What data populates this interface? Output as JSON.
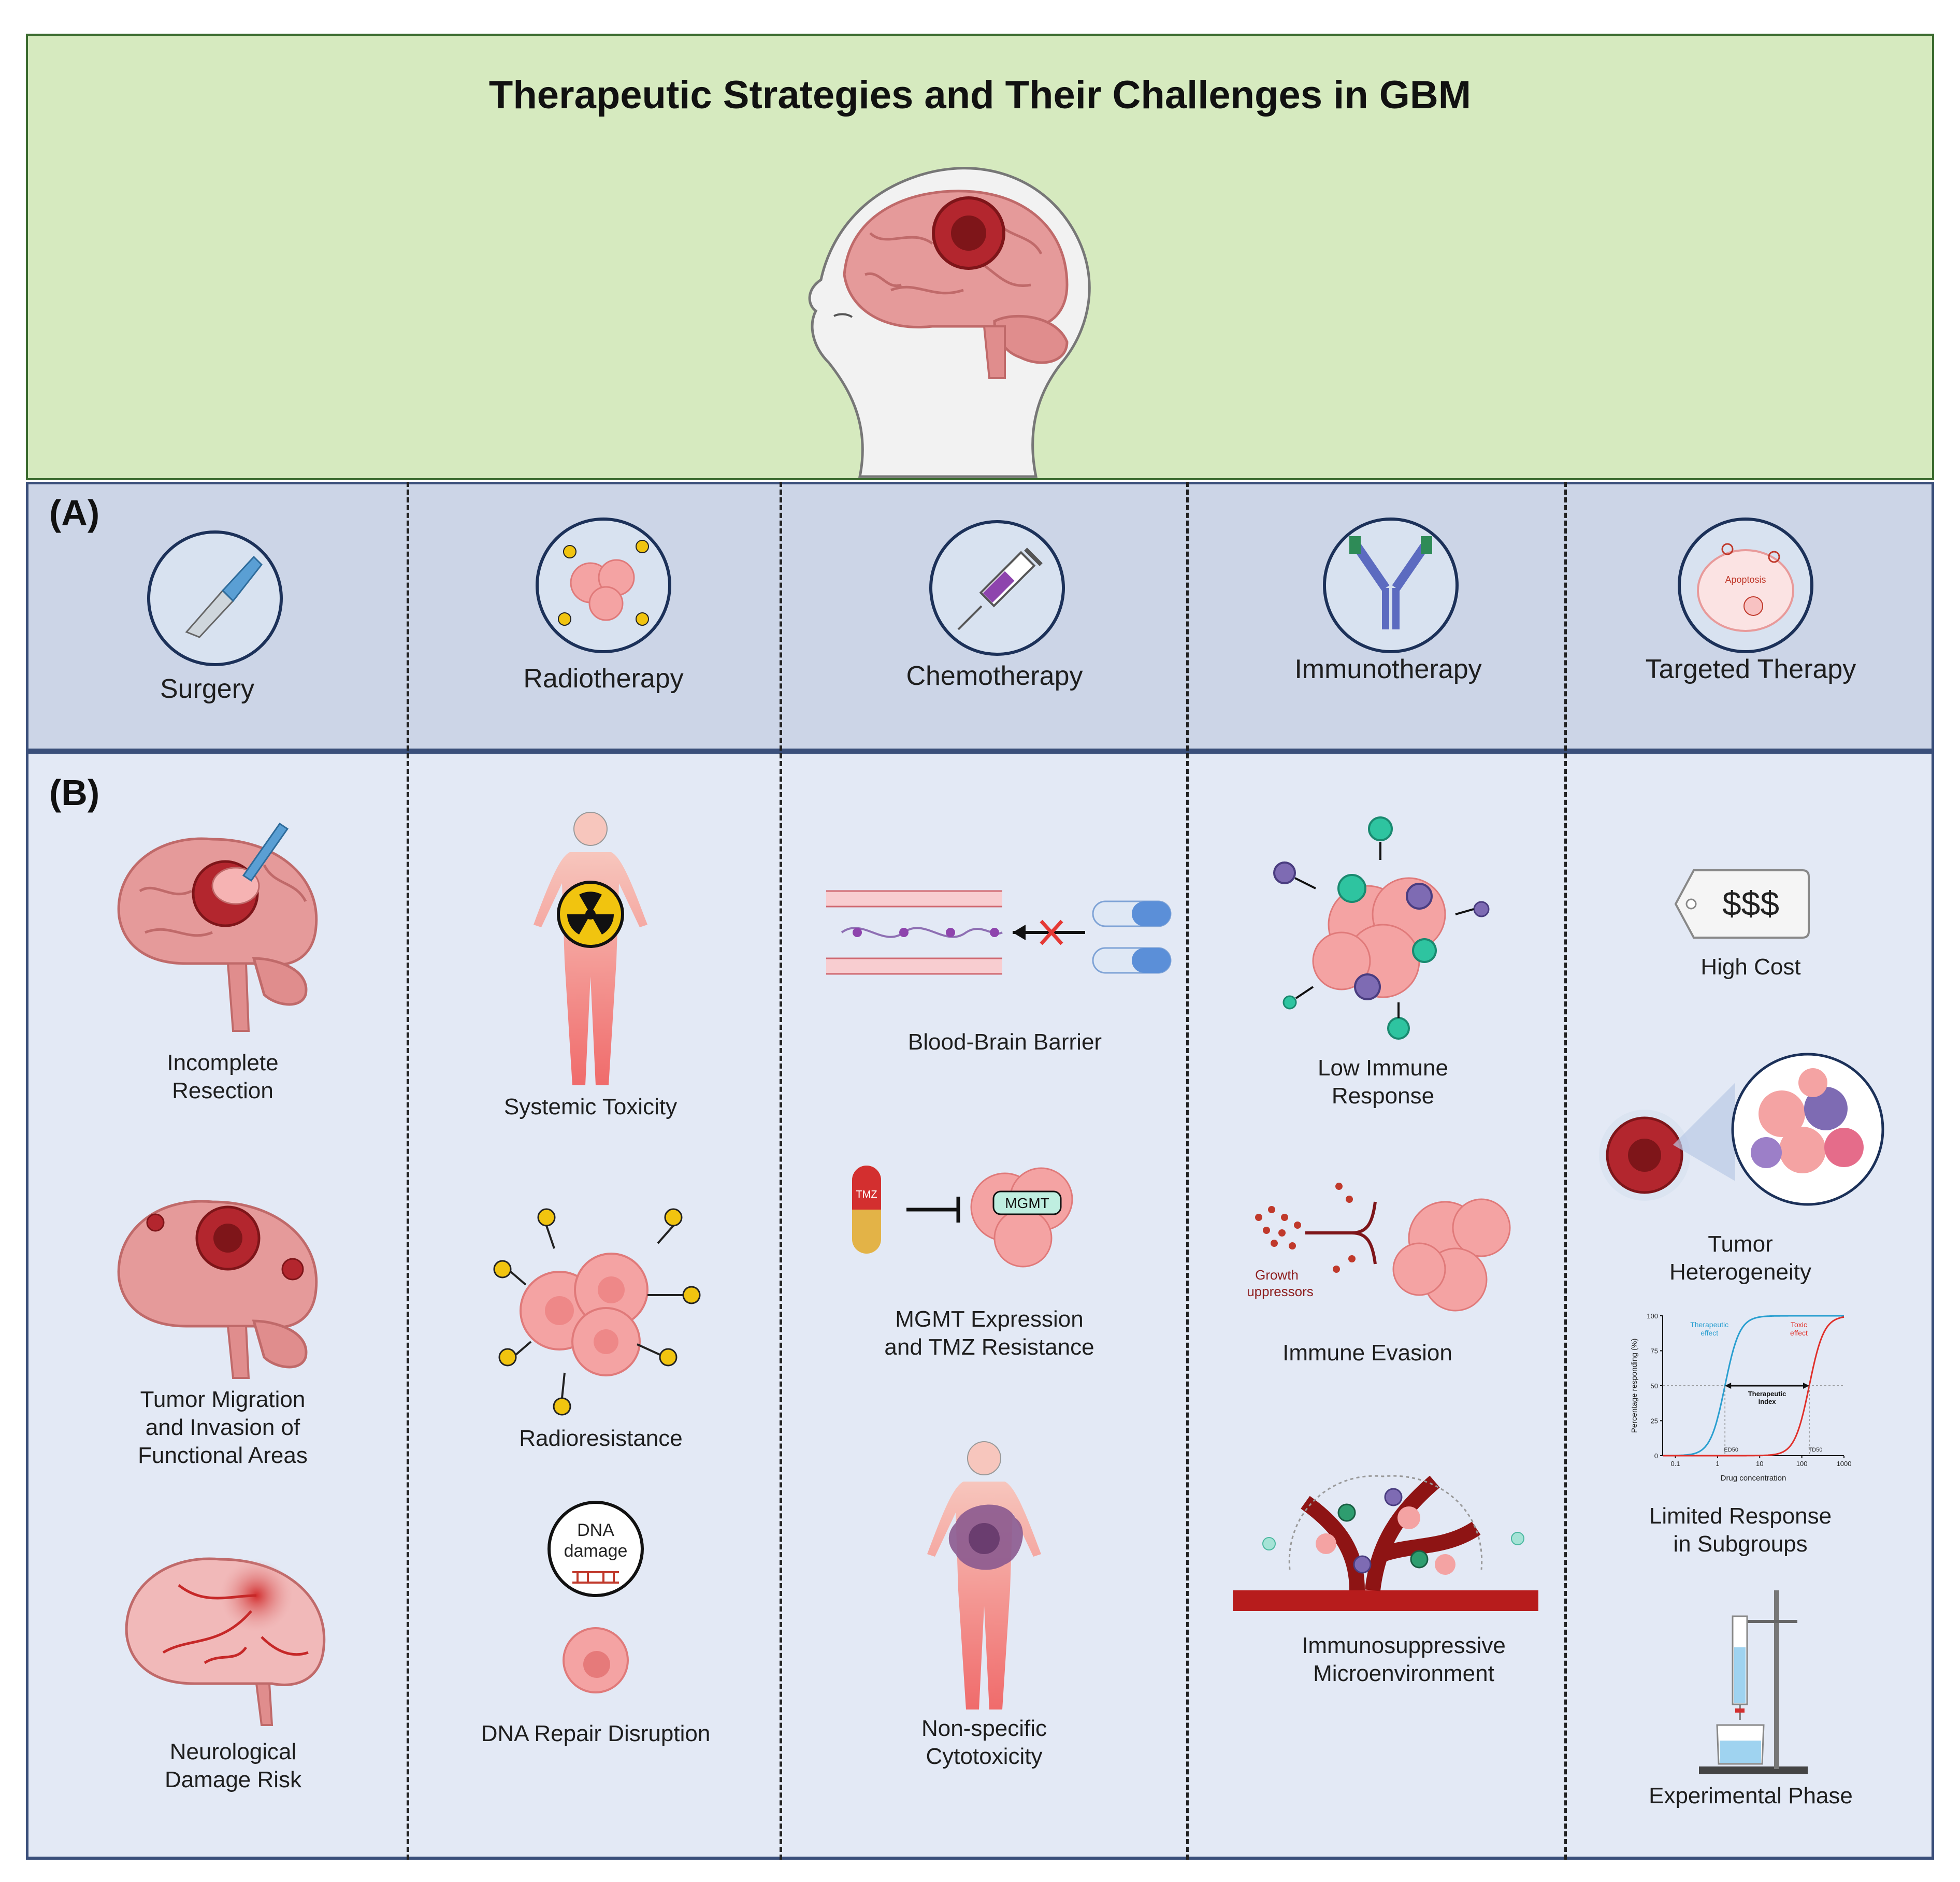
{
  "title": "Therapeutic Strategies and Their Challenges in GBM",
  "section_a": {
    "label": "(A)",
    "categories": [
      "Surgery",
      "Radiotherapy",
      "Chemotherapy",
      "Immunotherapy",
      "Targeted Therapy"
    ]
  },
  "section_b": {
    "label": "(B)",
    "surgery": [
      "Incomplete\nResection",
      "Tumor Migration\nand Invasion of\nFunctional Areas",
      "Neurological\nDamage Risk"
    ],
    "radiotherapy": [
      "Systemic Toxicity",
      "Radioresistance",
      "DNA Repair Disruption"
    ],
    "chemotherapy": [
      "Blood-Brain Barrier",
      "MGMT Expression\nand TMZ Resistance",
      "Non-specific\nCytotoxicity"
    ],
    "immunotherapy": [
      "Low Immune\nResponse",
      "Immune Evasion",
      "Immunosuppressive\nMicroenvironment"
    ],
    "targeted": [
      "High Cost",
      "Tumor\nHeterogeneity",
      "Limited Response\nin Subgroups",
      "Experimental Phase"
    ]
  },
  "inline_text": {
    "dna_damage": "DNA\ndamage",
    "tmz": "TMZ",
    "mgmt": "MGMT",
    "growth_suppressors": "Growth\nsuppressors",
    "price_tag": "$$$",
    "apoptosis": "Apoptosis"
  },
  "chart_data": {
    "type": "line",
    "xlabel": "Drug concentration",
    "ylabel": "Percentage responding (%)",
    "x_scale": "log",
    "xlim": [
      0.05,
      1000
    ],
    "ylim": [
      0,
      100
    ],
    "x_ticks": [
      "0.1",
      "1",
      "10",
      "100",
      "1000"
    ],
    "y_ticks": [
      "0",
      "25",
      "50",
      "75",
      "100"
    ],
    "series": [
      {
        "name": "Therapeutic effect",
        "color": "#2a9fd0",
        "midpoint_x": 1.5
      },
      {
        "name": "Toxic effect",
        "color": "#e0302a",
        "midpoint_x": 150
      }
    ],
    "annotations": [
      "Therapeutic index",
      "ED50",
      "TD50"
    ]
  },
  "colors": {
    "top_panel": "#d6eabf",
    "panel_a": "#ccd5e7",
    "panel_b": "#e3e9f5",
    "brain": "#e59a9a",
    "tumor": "#b3262e",
    "navy": "#1c3159"
  }
}
